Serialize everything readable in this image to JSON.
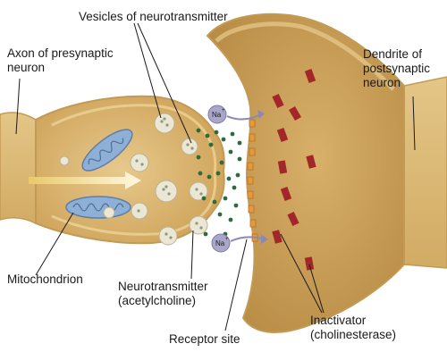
{
  "labels": {
    "vesicles": "Vesicles of neurotransmitter",
    "axon": "Axon of presynaptic\nneuron",
    "dendrite": "Dendrite of\npostsynaptic\nneuron",
    "mitochondrion": "Mitochondrion",
    "neurotransmitter": "Neurotransmitter\n(acetylcholine)",
    "receptor": "Receptor site",
    "inactivator": "Inactivator\n(cholinesterase)"
  },
  "ion": {
    "symbol": "Na",
    "charge": "+"
  },
  "colors": {
    "membrane": "#e6c98a",
    "cytoplasm": "#d8b46c",
    "outline": "#c9a062",
    "dendrite_interior": "#c49a52",
    "mitochondria": "#8fb0d6",
    "vesicle": "#e8e4d0",
    "neurotransmitter": "#2f6b3a",
    "enzyme": "#a3262a",
    "receptor": "#e59a3a",
    "ion": "#a9a6c9",
    "arrow": "#f2e6a0"
  }
}
